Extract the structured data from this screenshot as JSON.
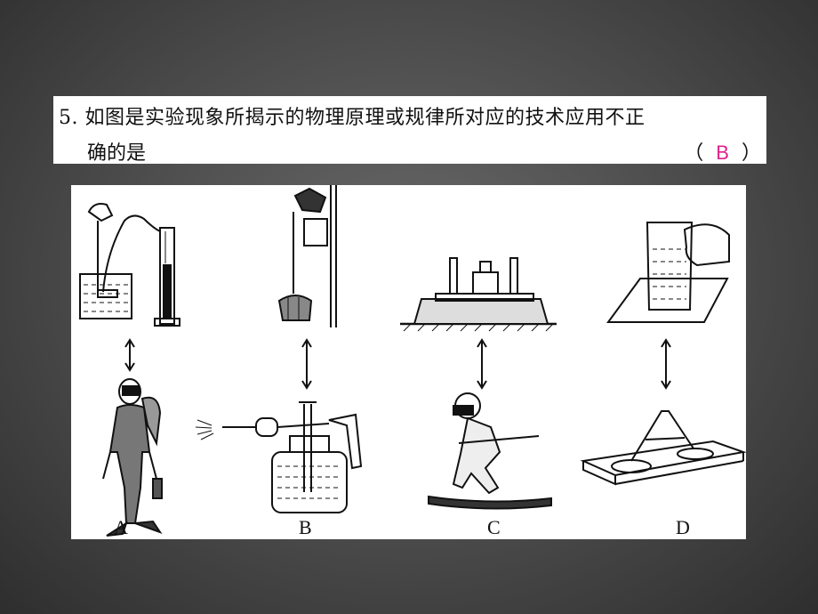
{
  "question": {
    "number": "5.",
    "line1": "如图是实验现象所揭示的物理原理或规律所对应的技术应用不正",
    "line2": "确的是",
    "paren_open": "（",
    "answer": "B",
    "paren_close": "）"
  },
  "figure": {
    "labels": [
      "A",
      "B",
      "C",
      "D"
    ]
  },
  "colors": {
    "answer": "#e0218a",
    "panel": "#ffffff",
    "background": "#4a4a4a"
  }
}
